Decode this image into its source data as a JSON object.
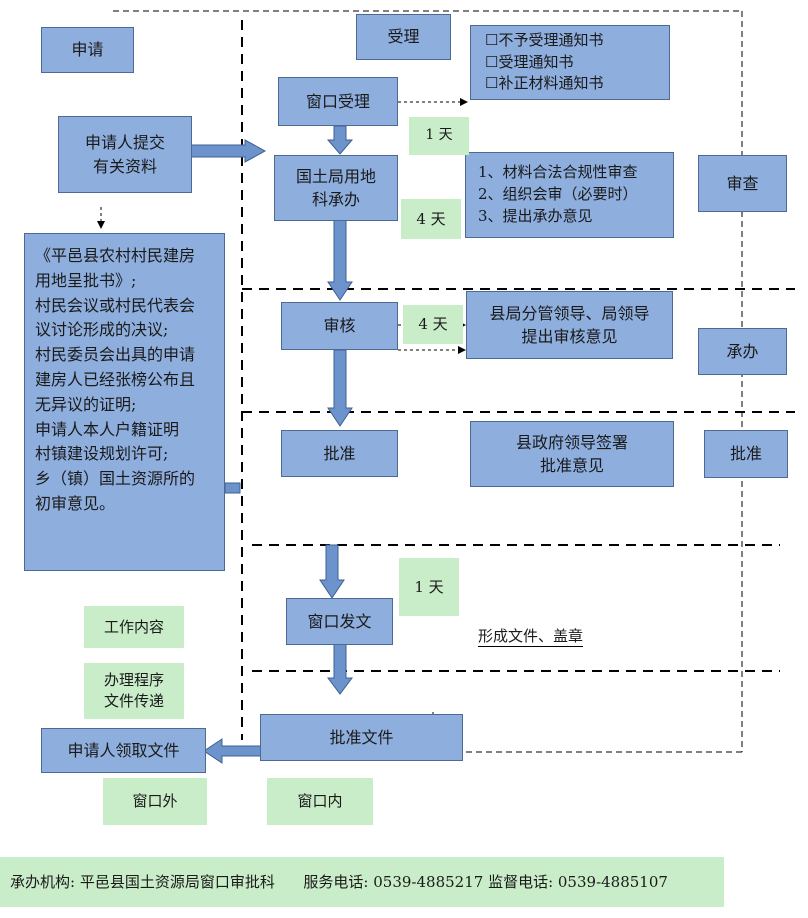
{
  "labels": {
    "apply": "申请",
    "accept_stage": "受理",
    "review_stage": "审查",
    "undertake_stage": "承办",
    "approve_stage": "批准"
  },
  "boxes": {
    "submit": [
      "申请人提交",
      "有关资料"
    ],
    "window_accept": "窗口受理",
    "notices": [
      "☐不予受理通知书",
      "☐受理通知书",
      "☐补正材料通知书"
    ],
    "land_office": [
      "国土局用地",
      "科承办"
    ],
    "review_items": [
      "1、材料合法合规性审查",
      "2、组织会审（必要时）",
      "3、提出承办意见"
    ],
    "documents": [
      "《平邑县农村村民建房",
      "用地呈批书》;",
      "村民会议或村民代表会",
      "议讨论形成的决议;",
      "村民委员会出具的申请",
      "建房人已经张榜公布且",
      "无异议的证明;",
      "申请人本人户籍证明",
      "村镇建设规划许可;",
      "乡（镇）国土资源所的",
      "初审意见。"
    ],
    "audit": "审核",
    "leaders": [
      "县局分管领导、局领导",
      "提出审核意见"
    ],
    "approve": "批准",
    "gov_leaders": [
      "县政府领导签署",
      "批准意见"
    ],
    "window_issue": "窗口发文",
    "approval_doc": "批准文件",
    "pickup": "申请人领取文件"
  },
  "days": {
    "d1": "1 天",
    "d2": "4 天",
    "d3": "4 天",
    "d4": "1 天"
  },
  "form_doc": "形成文件、盖章",
  "legend": {
    "work": "工作内容",
    "process": [
      "办理程序",
      "文件传递"
    ],
    "outside": "窗口外",
    "inside": "窗口内"
  },
  "footer": "承办机构: 平邑县国土资源局窗口审批科      服务电话: 0539-4885217 监督电话: 0539-4885107",
  "colors": {
    "box_fill": "#8eaedd",
    "box_border": "#4d6a95",
    "green": "#c9ecc9"
  }
}
